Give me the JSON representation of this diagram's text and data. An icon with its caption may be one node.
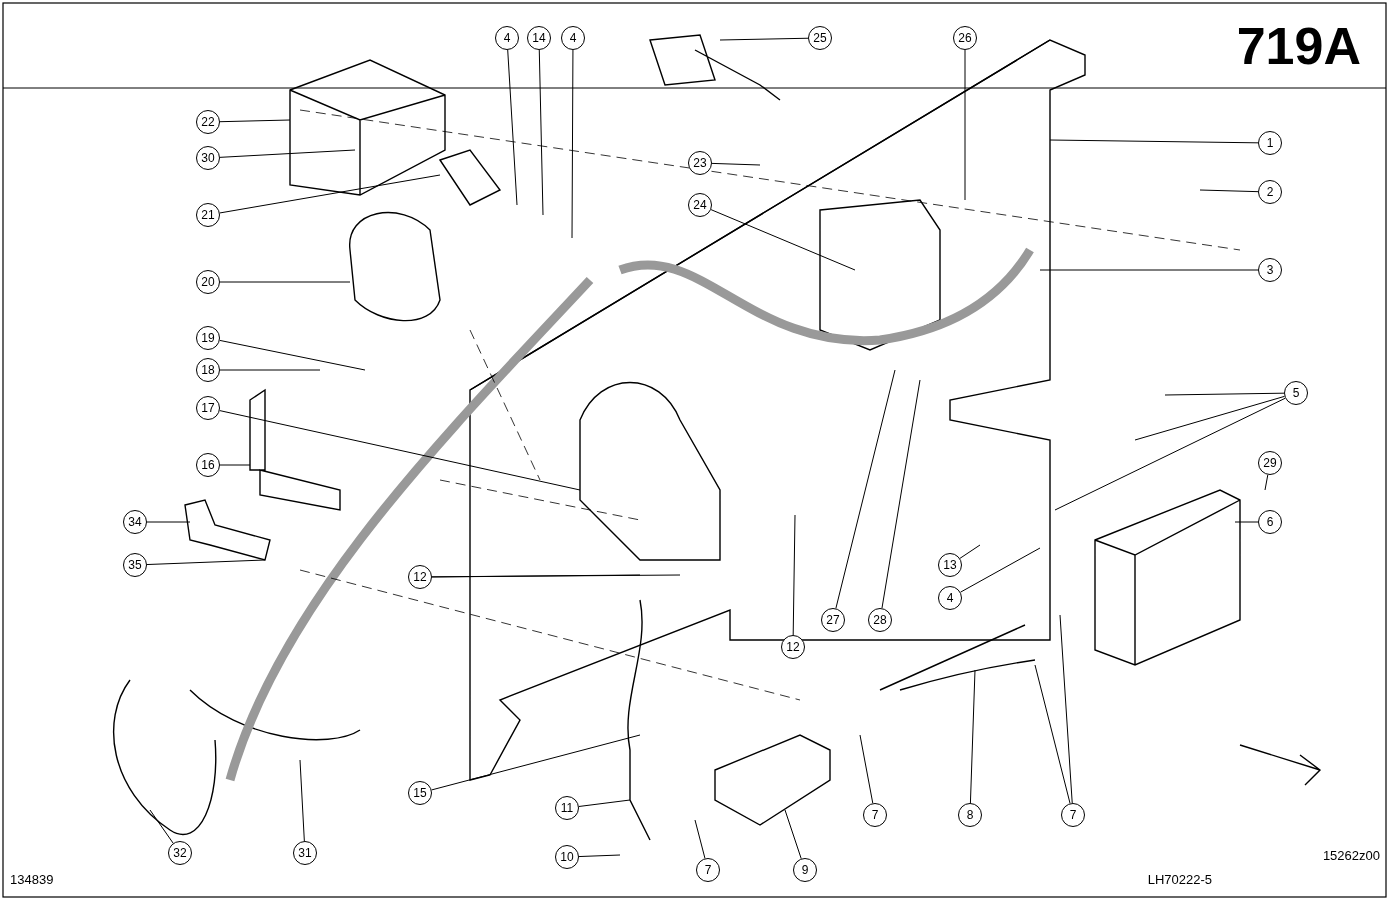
{
  "diagram": {
    "title": "719A",
    "nodes": [
      {
        "text": [
          "4"
        ]
      },
      {
        "text": [
          "14"
        ]
      },
      {
        "text": [
          "4"
        ]
      },
      {
        "text": [
          "25"
        ]
      },
      {
        "text": [
          "26"
        ]
      },
      {
        "text": [
          "22"
        ]
      },
      {
        "text": [
          "30"
        ]
      },
      {
        "text": [
          "21"
        ]
      },
      {
        "text": [
          "20"
        ]
      },
      {
        "text": [
          "1"
        ]
      },
      {
        "text": [
          "2"
        ]
      },
      {
        "text": [
          "23"
        ]
      },
      {
        "text": [
          "24"
        ]
      },
      {
        "text": [
          "3"
        ]
      },
      {
        "text": [
          "19"
        ]
      },
      {
        "text": [
          "18"
        ]
      },
      {
        "text": [
          "17"
        ]
      },
      {
        "text": [
          "16"
        ]
      },
      {
        "text": [
          "5"
        ]
      },
      {
        "text": [
          "29"
        ]
      },
      {
        "text": [
          "34"
        ]
      },
      {
        "text": [
          "6"
        ]
      },
      {
        "text": [
          "35"
        ]
      },
      {
        "text": [
          "13"
        ]
      },
      {
        "text": [
          "4"
        ]
      },
      {
        "text": [
          "12"
        ]
      },
      {
        "text": [
          "12"
        ]
      },
      {
        "text": [
          "27"
        ]
      },
      {
        "text": [
          "28"
        ]
      },
      {
        "text": [
          "15"
        ]
      },
      {
        "text": [
          "11"
        ]
      },
      {
        "text": [
          "10"
        ]
      },
      {
        "text": [
          "7"
        ]
      },
      {
        "text": [
          "9"
        ]
      },
      {
        "text": [
          "7"
        ]
      },
      {
        "text": [
          "8"
        ]
      },
      {
        "text": [
          "7"
        ]
      },
      {
        "text": [
          "32"
        ]
      },
      {
        "text": [
          "31"
        ]
      }
    ],
    "edges": [
      {
        "from": 0,
        "to": null,
        "arrow": "none"
      },
      {
        "from": 1,
        "to": null,
        "arrow": "none"
      },
      {
        "from": 2,
        "to": null,
        "arrow": "none"
      },
      {
        "from": 3,
        "to": null,
        "arrow": "none"
      },
      {
        "from": 4,
        "to": null,
        "arrow": "none"
      },
      {
        "from": 5,
        "to": null,
        "arrow": "none"
      },
      {
        "from": 6,
        "to": null,
        "arrow": "none"
      },
      {
        "from": 7,
        "to": null,
        "arrow": "none"
      },
      {
        "from": 8,
        "to": null,
        "arrow": "none"
      },
      {
        "from": 9,
        "to": null,
        "arrow": "none"
      },
      {
        "from": 10,
        "to": null,
        "arrow": "none"
      },
      {
        "from": 11,
        "to": null,
        "arrow": "none"
      },
      {
        "from": 12,
        "to": null,
        "arrow": "none"
      },
      {
        "from": 13,
        "to": null,
        "arrow": "none"
      },
      {
        "from": 14,
        "to": null,
        "arrow": "none"
      },
      {
        "from": 15,
        "to": null,
        "arrow": "none"
      },
      {
        "from": 16,
        "to": null,
        "arrow": "none"
      },
      {
        "from": 17,
        "to": null,
        "arrow": "none"
      },
      {
        "from": 18,
        "to": null,
        "arrow": "none"
      },
      {
        "from": 18,
        "to": null,
        "arrow": "none"
      },
      {
        "from": 18,
        "to": null,
        "arrow": "none"
      },
      {
        "from": 19,
        "to": null,
        "arrow": "none"
      },
      {
        "from": 20,
        "to": null,
        "arrow": "none"
      },
      {
        "from": 21,
        "to": null,
        "arrow": "none"
      },
      {
        "from": 22,
        "to": null,
        "arrow": "none"
      },
      {
        "from": 23,
        "to": null,
        "arrow": "none"
      },
      {
        "from": 24,
        "to": null,
        "arrow": "none"
      },
      {
        "from": 25,
        "to": null,
        "arrow": "none"
      },
      {
        "from": 25,
        "to": null,
        "arrow": "none"
      },
      {
        "from": 26,
        "to": null,
        "arrow": "none"
      },
      {
        "from": 27,
        "to": null,
        "arrow": "none"
      },
      {
        "from": 28,
        "to": null,
        "arrow": "none"
      },
      {
        "from": 29,
        "to": null,
        "arrow": "none"
      },
      {
        "from": 30,
        "to": null,
        "arrow": "none"
      },
      {
        "from": 31,
        "to": null,
        "arrow": "none"
      },
      {
        "from": 32,
        "to": null,
        "arrow": "none"
      },
      {
        "from": 33,
        "to": null,
        "arrow": "none"
      },
      {
        "from": 34,
        "to": null,
        "arrow": "none"
      },
      {
        "from": 35,
        "to": null,
        "arrow": "none"
      },
      {
        "from": 36,
        "to": null,
        "arrow": "none"
      },
      {
        "from": 36,
        "to": null,
        "arrow": "none"
      },
      {
        "from": 37,
        "to": null,
        "arrow": "none"
      },
      {
        "from": 38,
        "to": null,
        "arrow": "none"
      }
    ],
    "labels": [
      "134839",
      "LH70222-5",
      "15262z00"
    ]
  }
}
